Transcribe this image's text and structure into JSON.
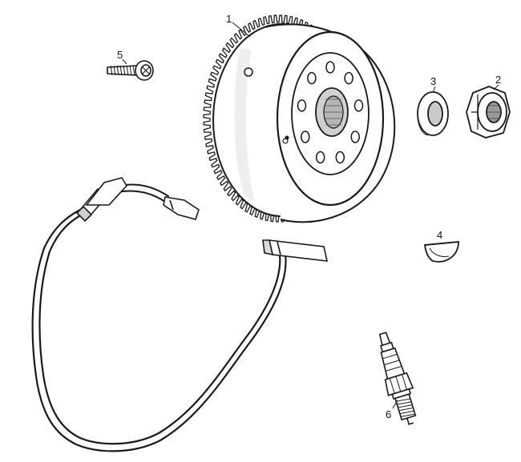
{
  "colors": {
    "ink": "#1a1a1a",
    "fill": "#ffffff",
    "shade": "#e6e6e6",
    "dark": "#9a9a9a"
  },
  "callouts": {
    "flywheel": "1",
    "nut": "2",
    "washer": "3",
    "key": "4",
    "screw": "5",
    "spark_plug": "6"
  },
  "parts": [
    {
      "ref": "1",
      "name": "flywheel-rotor"
    },
    {
      "ref": "2",
      "name": "nut"
    },
    {
      "ref": "3",
      "name": "washer"
    },
    {
      "ref": "4",
      "name": "woodruff-key"
    },
    {
      "ref": "5",
      "name": "screw"
    },
    {
      "ref": "6",
      "name": "spark-plug"
    }
  ]
}
